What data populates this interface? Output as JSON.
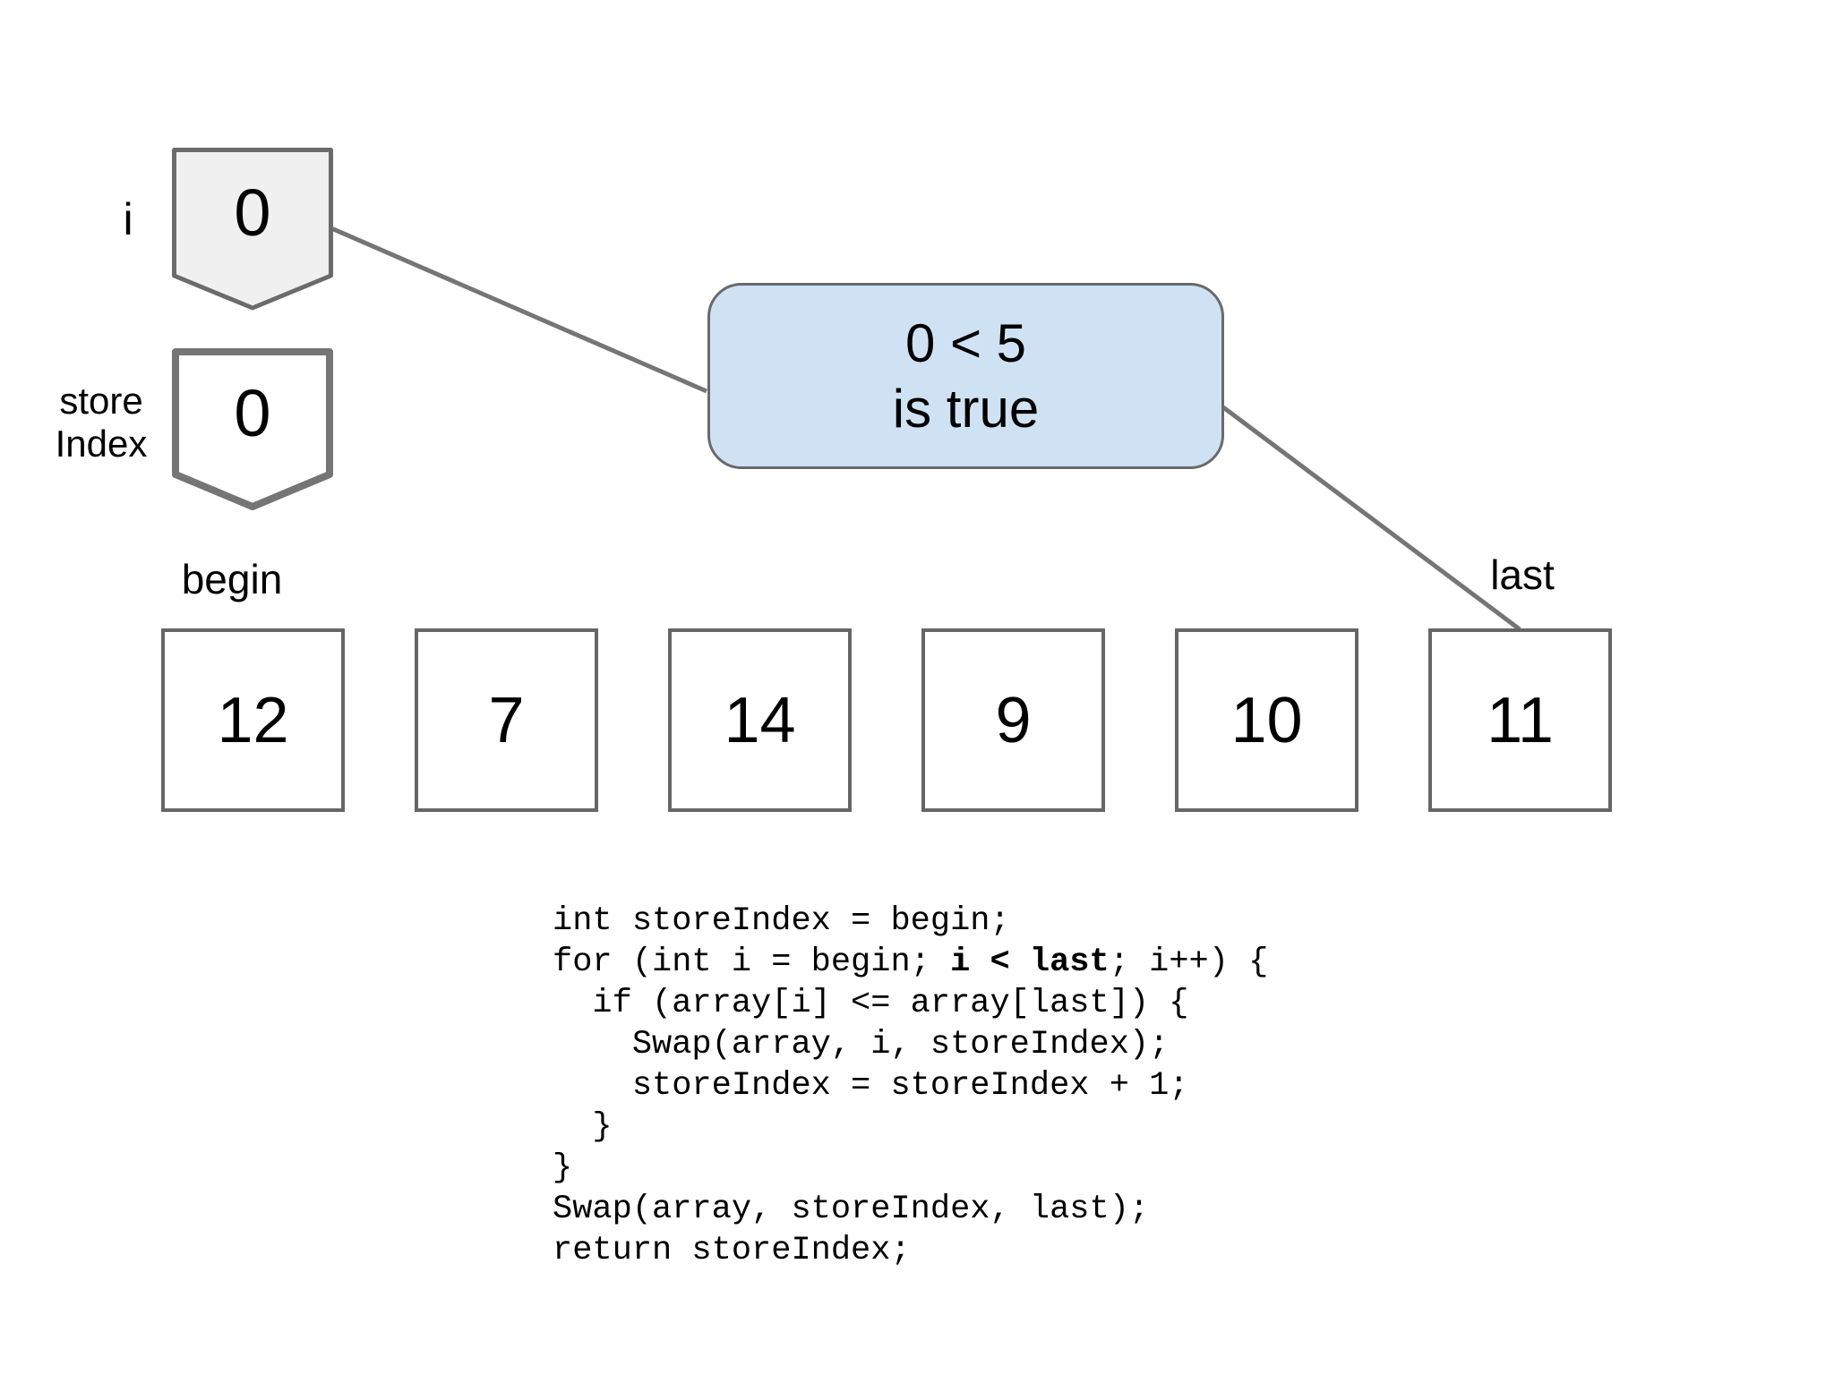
{
  "colors": {
    "condition_fill": "#cfe2f3",
    "shape_border": "#666666",
    "connector_line": "#757575",
    "i_pointer_fill": "#f0f0f0",
    "store_pointer_fill": "#ffffff"
  },
  "pointers": {
    "i": {
      "label": "i",
      "value": "0"
    },
    "store_index": {
      "label_line_1": "store",
      "label_line_2": "Index",
      "value": "0"
    }
  },
  "condition": {
    "line_1": "0 < 5",
    "line_2": "is true"
  },
  "array": {
    "begin_label": "begin",
    "last_label": "last",
    "cells": [
      "12",
      "7",
      "14",
      "9",
      "10",
      "11"
    ]
  },
  "code": {
    "lines": [
      {
        "pre": "int storeIndex = begin;"
      },
      {
        "pre": "for (int i = begin; ",
        "bold": "i < last",
        "post": "; i++) {"
      },
      {
        "pre": "  if (array[i] <= array[last]) {"
      },
      {
        "pre": "    Swap(array, i, storeIndex);"
      },
      {
        "pre": "    storeIndex = storeIndex + 1;"
      },
      {
        "pre": "  }"
      },
      {
        "pre": "}"
      },
      {
        "pre": "Swap(array, storeIndex, last);"
      },
      {
        "pre": "return storeIndex;"
      }
    ]
  }
}
